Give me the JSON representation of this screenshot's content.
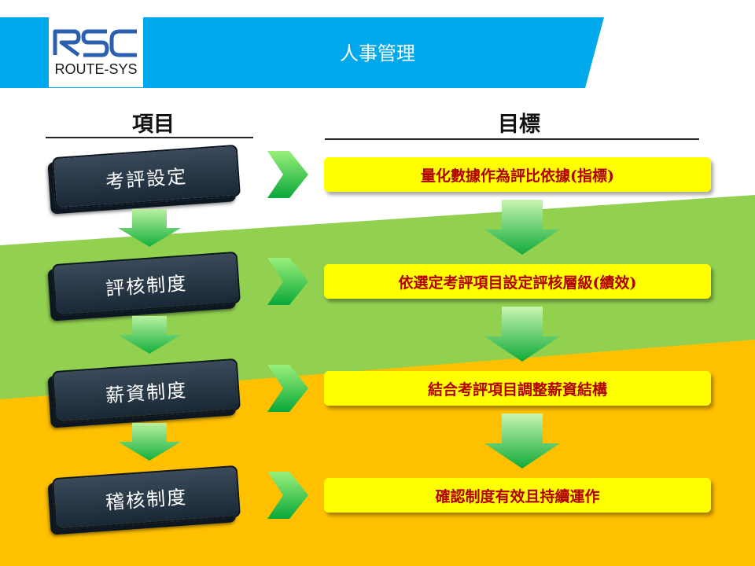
{
  "header": {
    "title": "人事管理",
    "logo_mark": "RSC",
    "logo_text": "ROUTE-SYS",
    "bar_color": "#00a8ec"
  },
  "columns": {
    "items_heading": "項目",
    "targets_heading": "目標"
  },
  "items": [
    {
      "label": "考評設定"
    },
    {
      "label": "評核制度"
    },
    {
      "label": "薪資制度"
    },
    {
      "label": "稽核制度"
    }
  ],
  "targets": [
    {
      "label": "量化數據作為評比依據(指標)"
    },
    {
      "label": "依選定考評項目設定評核層級(績效)"
    },
    {
      "label": "結合考評項目調整薪資結構"
    },
    {
      "label": "確認制度有效且持續運作"
    }
  ],
  "colors": {
    "green_band": "#92d050",
    "orange_band": "#ffc000",
    "target_fill": "#ffff00",
    "target_text": "#b00000",
    "arrow_green": "#22c24a"
  }
}
